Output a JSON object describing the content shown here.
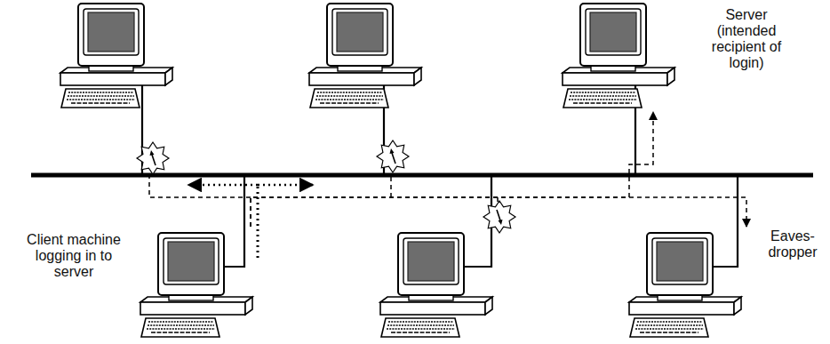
{
  "diagram": {
    "nodes": [
      {
        "text": [
          "Client machine logging in to server"
        ]
      },
      {
        "text": [
          "Server (intended recipient of login)"
        ]
      },
      {
        "text": [
          "Eaves- dropper"
        ]
      }
    ],
    "edges": [
      {
        "from": 0,
        "to": 1,
        "arrow": "to"
      },
      {
        "from": 0,
        "to": 2,
        "arrow": "to"
      }
    ]
  }
}
